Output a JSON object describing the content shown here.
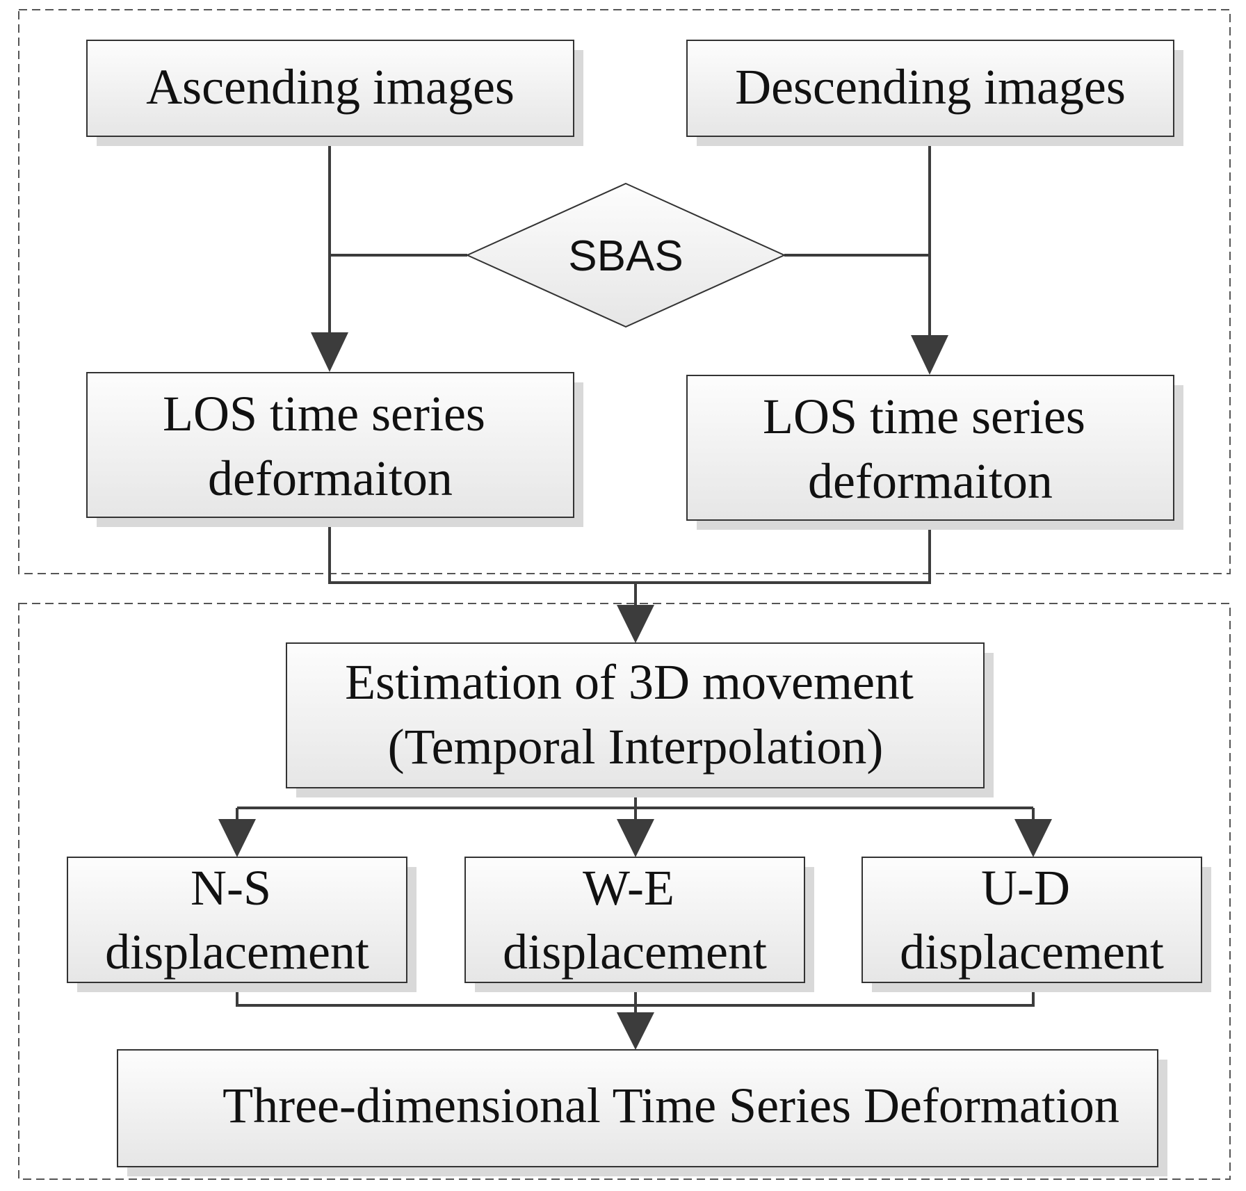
{
  "diagram": {
    "nodes": {
      "ascending": {
        "lines": [
          "Ascending images"
        ]
      },
      "descending": {
        "lines": [
          "Descending images"
        ]
      },
      "sbas": {
        "lines": [
          "SBAS"
        ]
      },
      "los_left": {
        "lines": [
          "LOS time series",
          "deformaiton"
        ]
      },
      "los_right": {
        "lines": [
          "LOS time series",
          "deformaiton"
        ]
      },
      "estimation": {
        "lines": [
          "Estimation of 3D movement",
          "(Temporal Interpolation)"
        ]
      },
      "ns": {
        "lines": [
          "N-S",
          "displacement"
        ]
      },
      "we": {
        "lines": [
          "W-E",
          "displacement"
        ]
      },
      "ud": {
        "lines": [
          "U-D",
          "displacement"
        ]
      },
      "final": {
        "lines": [
          "Three-dimensional Time Series Deformation"
        ]
      }
    },
    "edges": [
      [
        "ascending",
        "los_left"
      ],
      [
        "descending",
        "los_right"
      ],
      [
        "sbas",
        "los_left"
      ],
      [
        "sbas",
        "los_right"
      ],
      [
        "los_left",
        "estimation"
      ],
      [
        "los_right",
        "estimation"
      ],
      [
        "estimation",
        "ns"
      ],
      [
        "estimation",
        "we"
      ],
      [
        "estimation",
        "ud"
      ],
      [
        "ns",
        "final"
      ],
      [
        "we",
        "final"
      ],
      [
        "ud",
        "final"
      ]
    ],
    "colors": {
      "box_fill_top": "#fdfdfd",
      "box_fill_bottom": "#e6e6e6",
      "stroke": "#333333",
      "connector": "#3c3c3c"
    }
  }
}
